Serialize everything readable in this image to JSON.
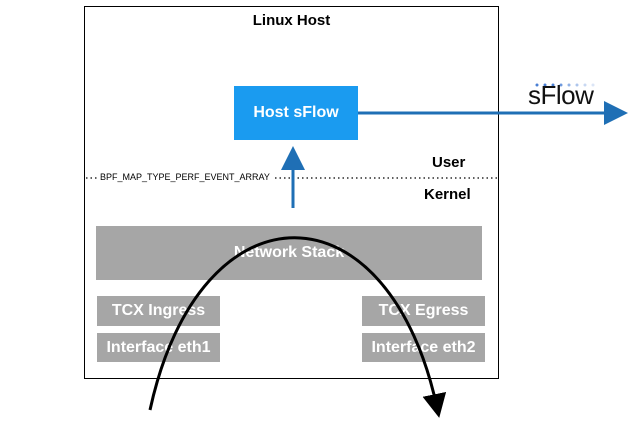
{
  "host": {
    "title": "Linux Host"
  },
  "host_sflow": {
    "label": "Host sFlow",
    "color": "#1a9bf0"
  },
  "layers": {
    "user": "User",
    "kernel": "Kernel",
    "map": "BPF_MAP_TYPE_PERF_EVENT_ARRAY"
  },
  "network_stack": "Network Stack",
  "tcx_ingress": "TCX Ingress",
  "tcx_egress": "TCX Egress",
  "iface1": "Interface eth1",
  "iface2": "Interface eth2",
  "logo": "sFlow",
  "arrow_color": "#1f6fb5"
}
